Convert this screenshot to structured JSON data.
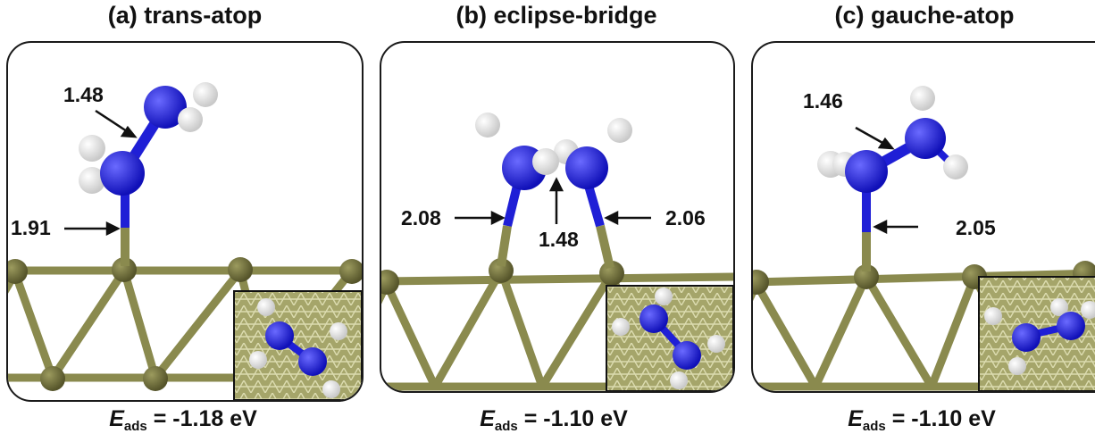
{
  "panels": [
    {
      "title": "(a) trans-atop",
      "labels": {
        "nn": "1.48",
        "ns": "1.91"
      },
      "energy": {
        "symbol": "E",
        "subscript": "ads",
        "value": "= -1.18 eV"
      }
    },
    {
      "title": "(b) eclipse-bridge",
      "labels": {
        "left": "2.08",
        "nn": "1.48",
        "right": "2.06"
      },
      "energy": {
        "symbol": "E",
        "subscript": "ads",
        "value": "= -1.10 eV"
      }
    },
    {
      "title": "(c) gauche-atop",
      "labels": {
        "nn": "1.46",
        "ns": "2.05"
      },
      "energy": {
        "symbol": "E",
        "subscript": "ads",
        "value": "= -1.10 eV"
      }
    }
  ],
  "colors": {
    "nitrogen": "#1f1fd6",
    "hydrogen": "#f2f2f2",
    "surface_atom": "#6e6d3a",
    "surface_bond": "#8a8a4e",
    "inset_bg": "#a5a56a"
  }
}
